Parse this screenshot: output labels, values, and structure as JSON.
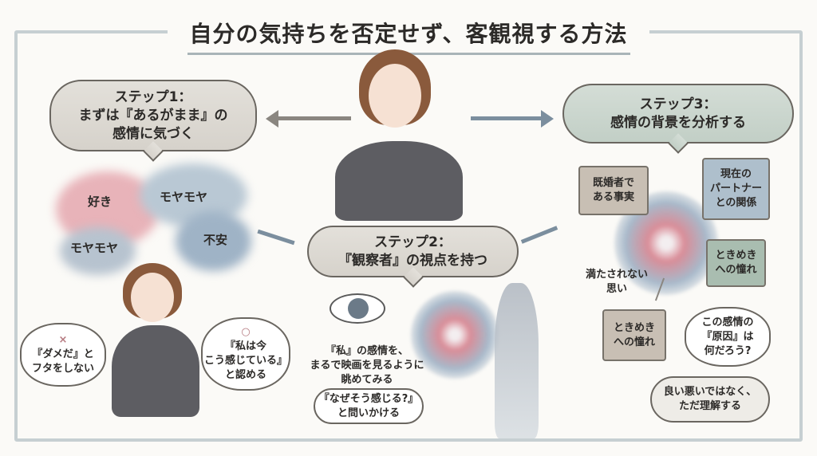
{
  "title": "自分の気持ちを否定せず、客観視する方法",
  "step1": {
    "heading": "ステップ1：",
    "line1": "まずは『あるがまま』の",
    "line2": "感情に気づく",
    "emotions": [
      "好き",
      "モヤモヤ",
      "不安",
      "モヤモヤ"
    ],
    "dont_mark": "×",
    "dont_line1": "『ダメだ』と",
    "dont_line2": "フタをしない",
    "do_mark": "○",
    "do_line1": "『私は今",
    "do_line2": "こう感じている』",
    "do_line3": "と認める"
  },
  "step2": {
    "heading": "ステップ2：",
    "line1": "『観察者』の視点を持つ",
    "desc1": "『私』の感情を、",
    "desc2": "まるで映画を見るように",
    "desc3": "眺めてみる",
    "ask1": "『なぜそう感じる?』",
    "ask2": "と問いかける"
  },
  "step3": {
    "heading": "ステップ3：",
    "line1": "感情の背景を分析する",
    "piece1": [
      "既婚者で",
      "ある事実"
    ],
    "piece2": [
      "現在の",
      "パートナー",
      "との関係"
    ],
    "piece3": [
      "ときめき",
      "への憧れ"
    ],
    "piece4": [
      "ときめき",
      "への憧れ"
    ],
    "unmet1": "満たされない",
    "unmet2": "思い",
    "q1": "この感情の",
    "q2": "『原因』は",
    "q3": "何だろう?",
    "c1": "良い悪いではなく、",
    "c2": "ただ理解する"
  },
  "colors": {
    "pink": "#e3a3ab",
    "blue": "#a9bccc",
    "green": "#c2cfc6",
    "frame": "#b9c4c8"
  }
}
